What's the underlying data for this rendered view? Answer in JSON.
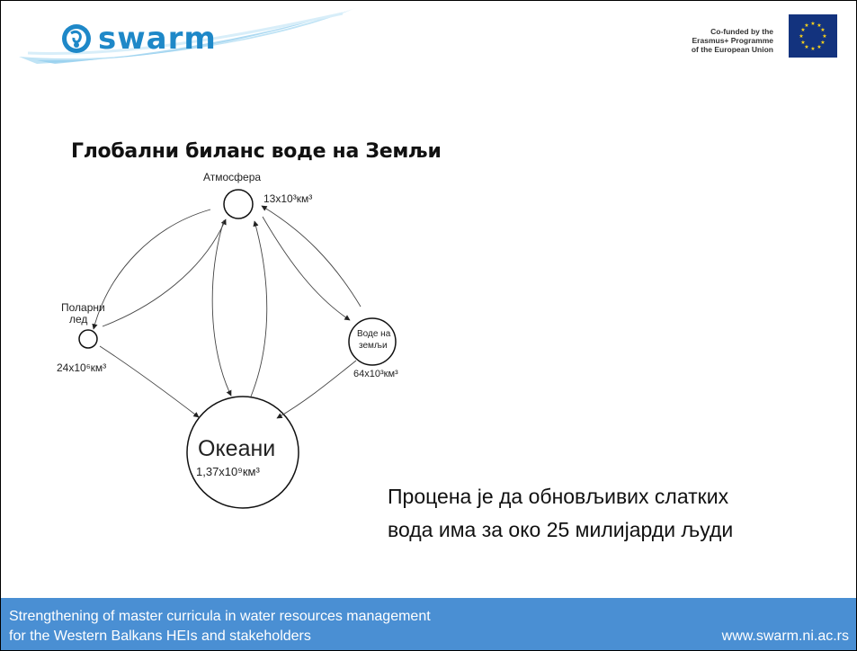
{
  "header": {
    "logo_text": "swarm",
    "eu_text": [
      "Co-funded by the",
      "Erasmus+ Programme",
      "of the European Union"
    ],
    "colors": {
      "logo": "#1e88c8",
      "flag": "#13337e",
      "stars": "#ffd617"
    }
  },
  "title": "Глобални биланс воде на Земљи",
  "diagram": {
    "atmosphere": {
      "name": "Атмосфера",
      "volume": "13x10³км³"
    },
    "polar_ice": {
      "name_line1": "Поларни",
      "name_line2": "лед",
      "volume": "24x10⁶км³"
    },
    "land_water": {
      "name_line1": "Воде на",
      "name_line2": "земљи",
      "volume": "64x10³км³"
    },
    "oceans": {
      "name": "Океани",
      "volume": "1,37x10⁹км³"
    }
  },
  "note": {
    "line1": "Процена је да обновљивих слатких",
    "line2": "вода има за око 25 милијарди људи"
  },
  "footer": {
    "line1": "Strengthening of master curricula in water resources management",
    "line2": "for the Western Balkans HEIs and stakeholders",
    "url": "www.swarm.ni.ac.rs",
    "color": "#4a8fd3"
  }
}
